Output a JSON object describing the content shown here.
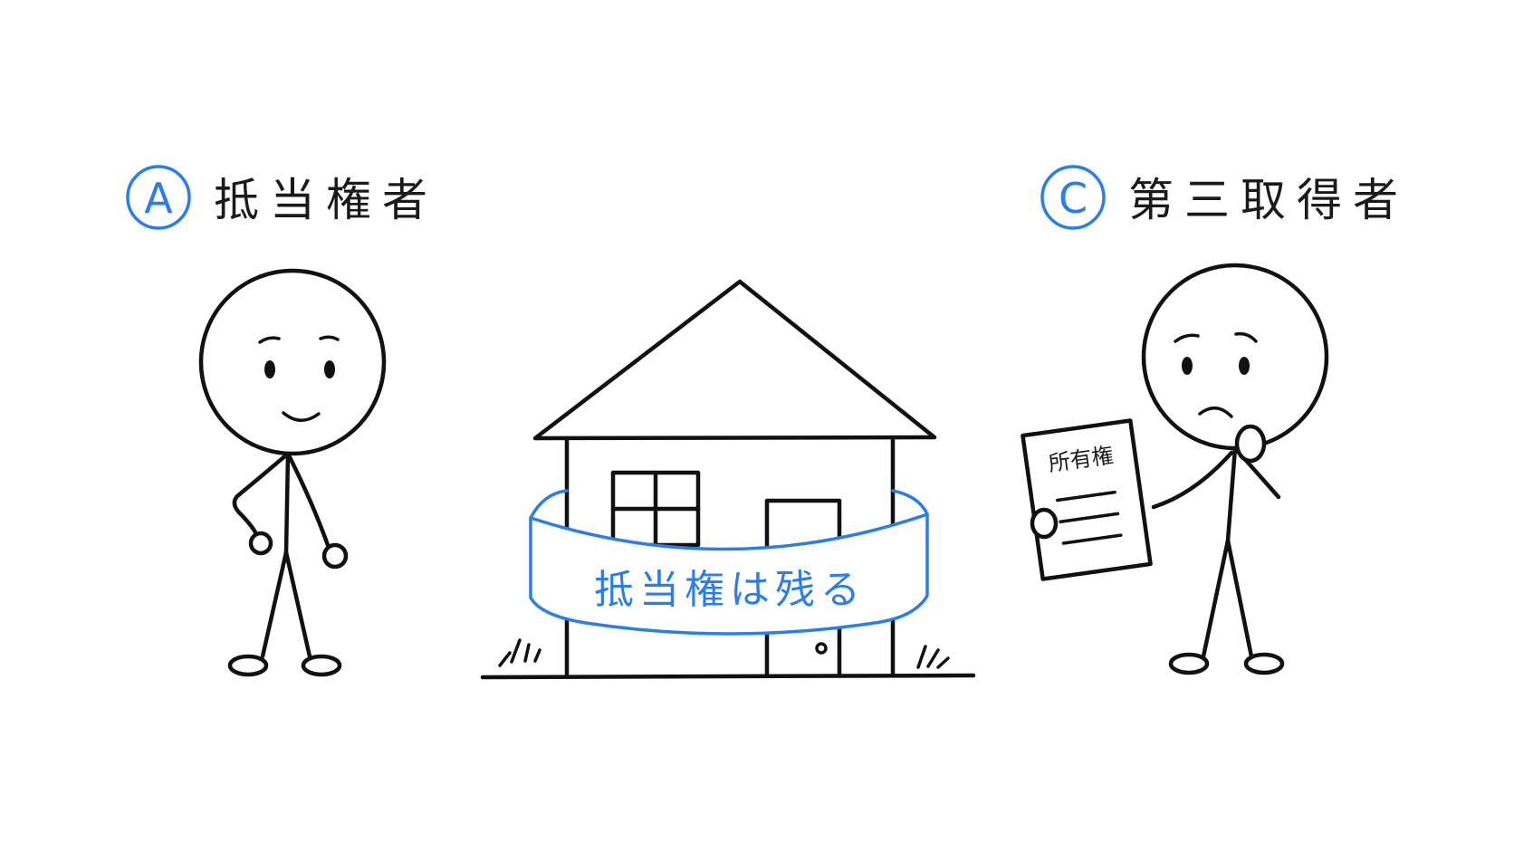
{
  "accent_color": "#2b7de9",
  "ink_color": "#111111",
  "left_party": {
    "badge": "A",
    "label": "抵当権者",
    "expression": "smiling"
  },
  "right_party": {
    "badge": "C",
    "label": "第三取得者",
    "expression": "worried",
    "document_title": "所有権"
  },
  "house": {
    "band_text": "抵当権は残る"
  }
}
